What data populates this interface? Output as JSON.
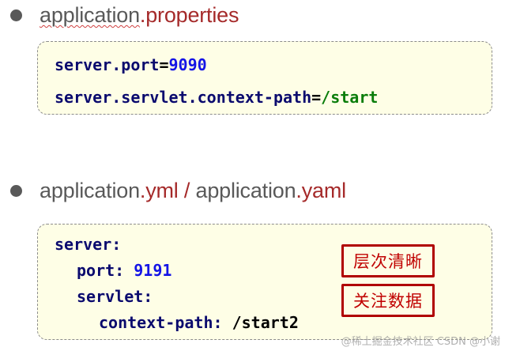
{
  "section1": {
    "heading_base": "application",
    "heading_ext": ".properties",
    "code": {
      "line1": {
        "key": "server.port",
        "eq": "=",
        "value": "9090"
      },
      "line2": {
        "key": "server.servlet.context-path",
        "eq": "=",
        "value": "/start"
      }
    }
  },
  "section2": {
    "heading_base1": "application",
    "heading_ext1": ".yml",
    "heading_sep": " / ",
    "heading_base2": "application",
    "heading_ext2": ".yaml",
    "code": {
      "line1": {
        "key": "server",
        "colon": ":"
      },
      "line2": {
        "key": "port",
        "colon": ": ",
        "value": "9191"
      },
      "line3": {
        "key": "servlet",
        "colon": ":"
      },
      "line4": {
        "key": "context-path",
        "colon": ": ",
        "value": "/start2"
      }
    },
    "annotations": [
      "层次清晰",
      "关注数据"
    ]
  },
  "watermark": "@稀土掘金技术社区 CSDN @小谢"
}
